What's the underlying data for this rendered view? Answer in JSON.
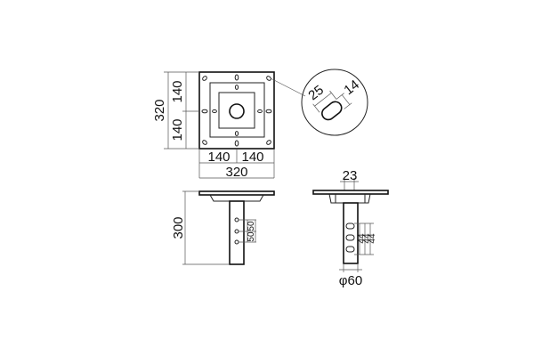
{
  "figure": {
    "plan_view": {
      "height_total": "320",
      "height_upper": "140",
      "height_lower": "140",
      "width_left": "140",
      "width_right": "140",
      "width_total": "320"
    },
    "detail_view": {
      "slot_width": "25",
      "slot_depth": "14"
    },
    "front_view": {
      "height": "300",
      "hole_pitch_1": "50",
      "hole_pitch_2": "50"
    },
    "side_view": {
      "top_width": "23",
      "slot_pitch_1": "44",
      "slot_pitch_2": "44",
      "slot_pitch_3": "44",
      "pipe_diameter": "φ60"
    }
  },
  "colors": {
    "line": "#222222",
    "background": "#ffffff"
  }
}
